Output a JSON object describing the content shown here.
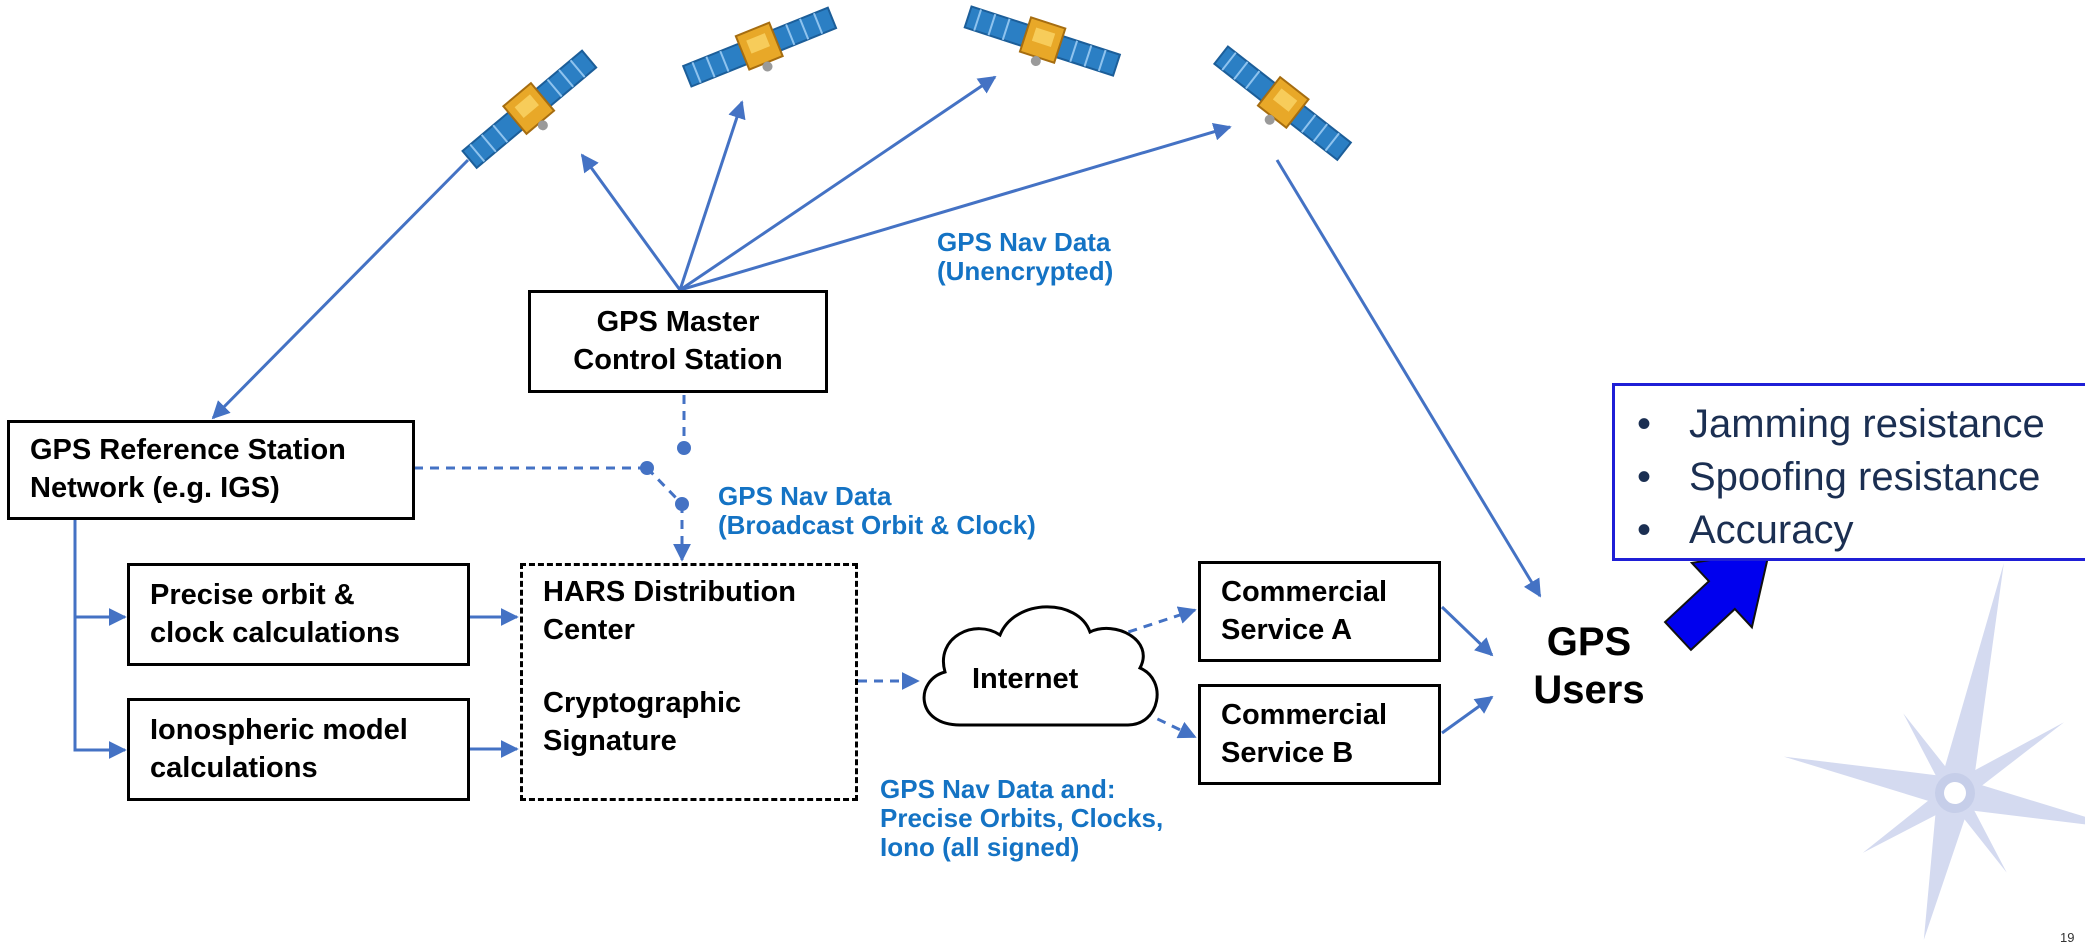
{
  "colors": {
    "arrow": "#4472c4",
    "label_blue": "#1473c4",
    "callout_border": "#1f1fd6",
    "big_arrow": "#0000ee",
    "watermark": "#d4daf0"
  },
  "nodes": {
    "master": [
      "GPS Master",
      "Control Station"
    ],
    "reference": [
      "GPS Reference Station",
      "Network (e.g. IGS)"
    ],
    "precise": [
      "Precise orbit &",
      "clock calculations"
    ],
    "iono": [
      "Ionospheric model",
      "calculations"
    ],
    "hars_top": [
      "HARS Distribution",
      "Center"
    ],
    "hars_bottom": [
      "Cryptographic",
      "Signature"
    ],
    "internet": "Internet",
    "service_a": [
      "Commercial",
      "Service A"
    ],
    "service_b": [
      "Commercial",
      "Service B"
    ],
    "users": [
      "GPS",
      "Users"
    ]
  },
  "labels": {
    "unencrypted": [
      "GPS Nav Data",
      "(Unencrypted)"
    ],
    "broadcast": [
      "GPS Nav Data",
      "(Broadcast Orbit & Clock)"
    ],
    "signed": [
      "GPS Nav Data and:",
      "Precise Orbits, Clocks,",
      "Iono (all signed)"
    ]
  },
  "callout": {
    "items": [
      "Jamming resistance",
      "Spoofing resistance",
      "Accuracy"
    ]
  },
  "icons": {
    "satellite": "satellite-icon",
    "cloud": "cloud-icon",
    "watermark": "compass-star-icon",
    "big_arrow": "arrow-up-right-icon"
  },
  "page_number": "19"
}
